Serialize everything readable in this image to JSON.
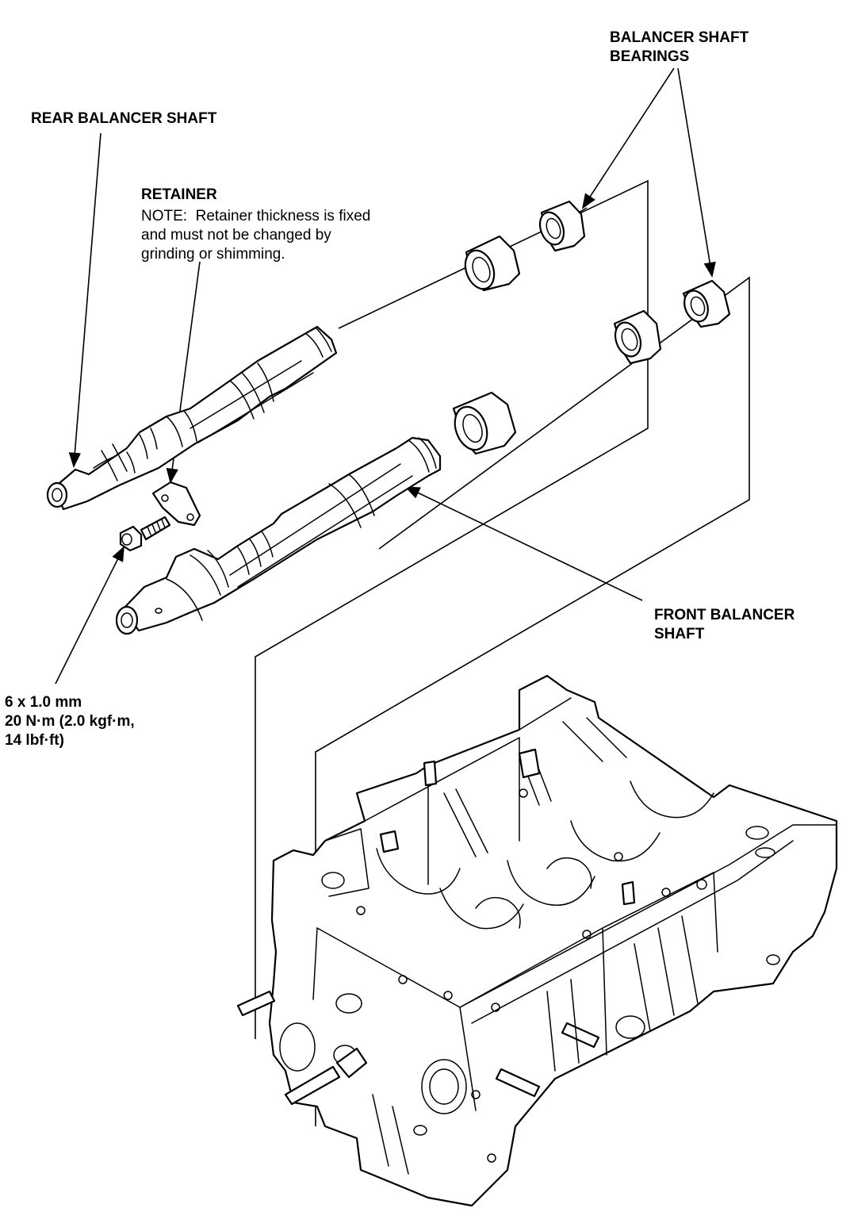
{
  "labels": {
    "balancer_shaft_bearings": "BALANCER SHAFT\nBEARINGS",
    "rear_balancer_shaft": "REAR BALANCER SHAFT",
    "retainer_title": "RETAINER",
    "retainer_note": "NOTE:  Retainer thickness is fixed\nand must not be changed by\ngrinding or shimming.",
    "front_balancer_shaft": "FRONT BALANCER\nSHAFT",
    "bolt_spec": "6 x 1.0 mm\n20 N·m (2.0 kgf·m,\n14 lbf·ft)"
  },
  "icons": [
    "rear-balancer-shaft-icon",
    "front-balancer-shaft-icon",
    "balancer-shaft-bearing-icon",
    "retainer-icon",
    "bolt-icon",
    "engine-block-icon"
  ]
}
